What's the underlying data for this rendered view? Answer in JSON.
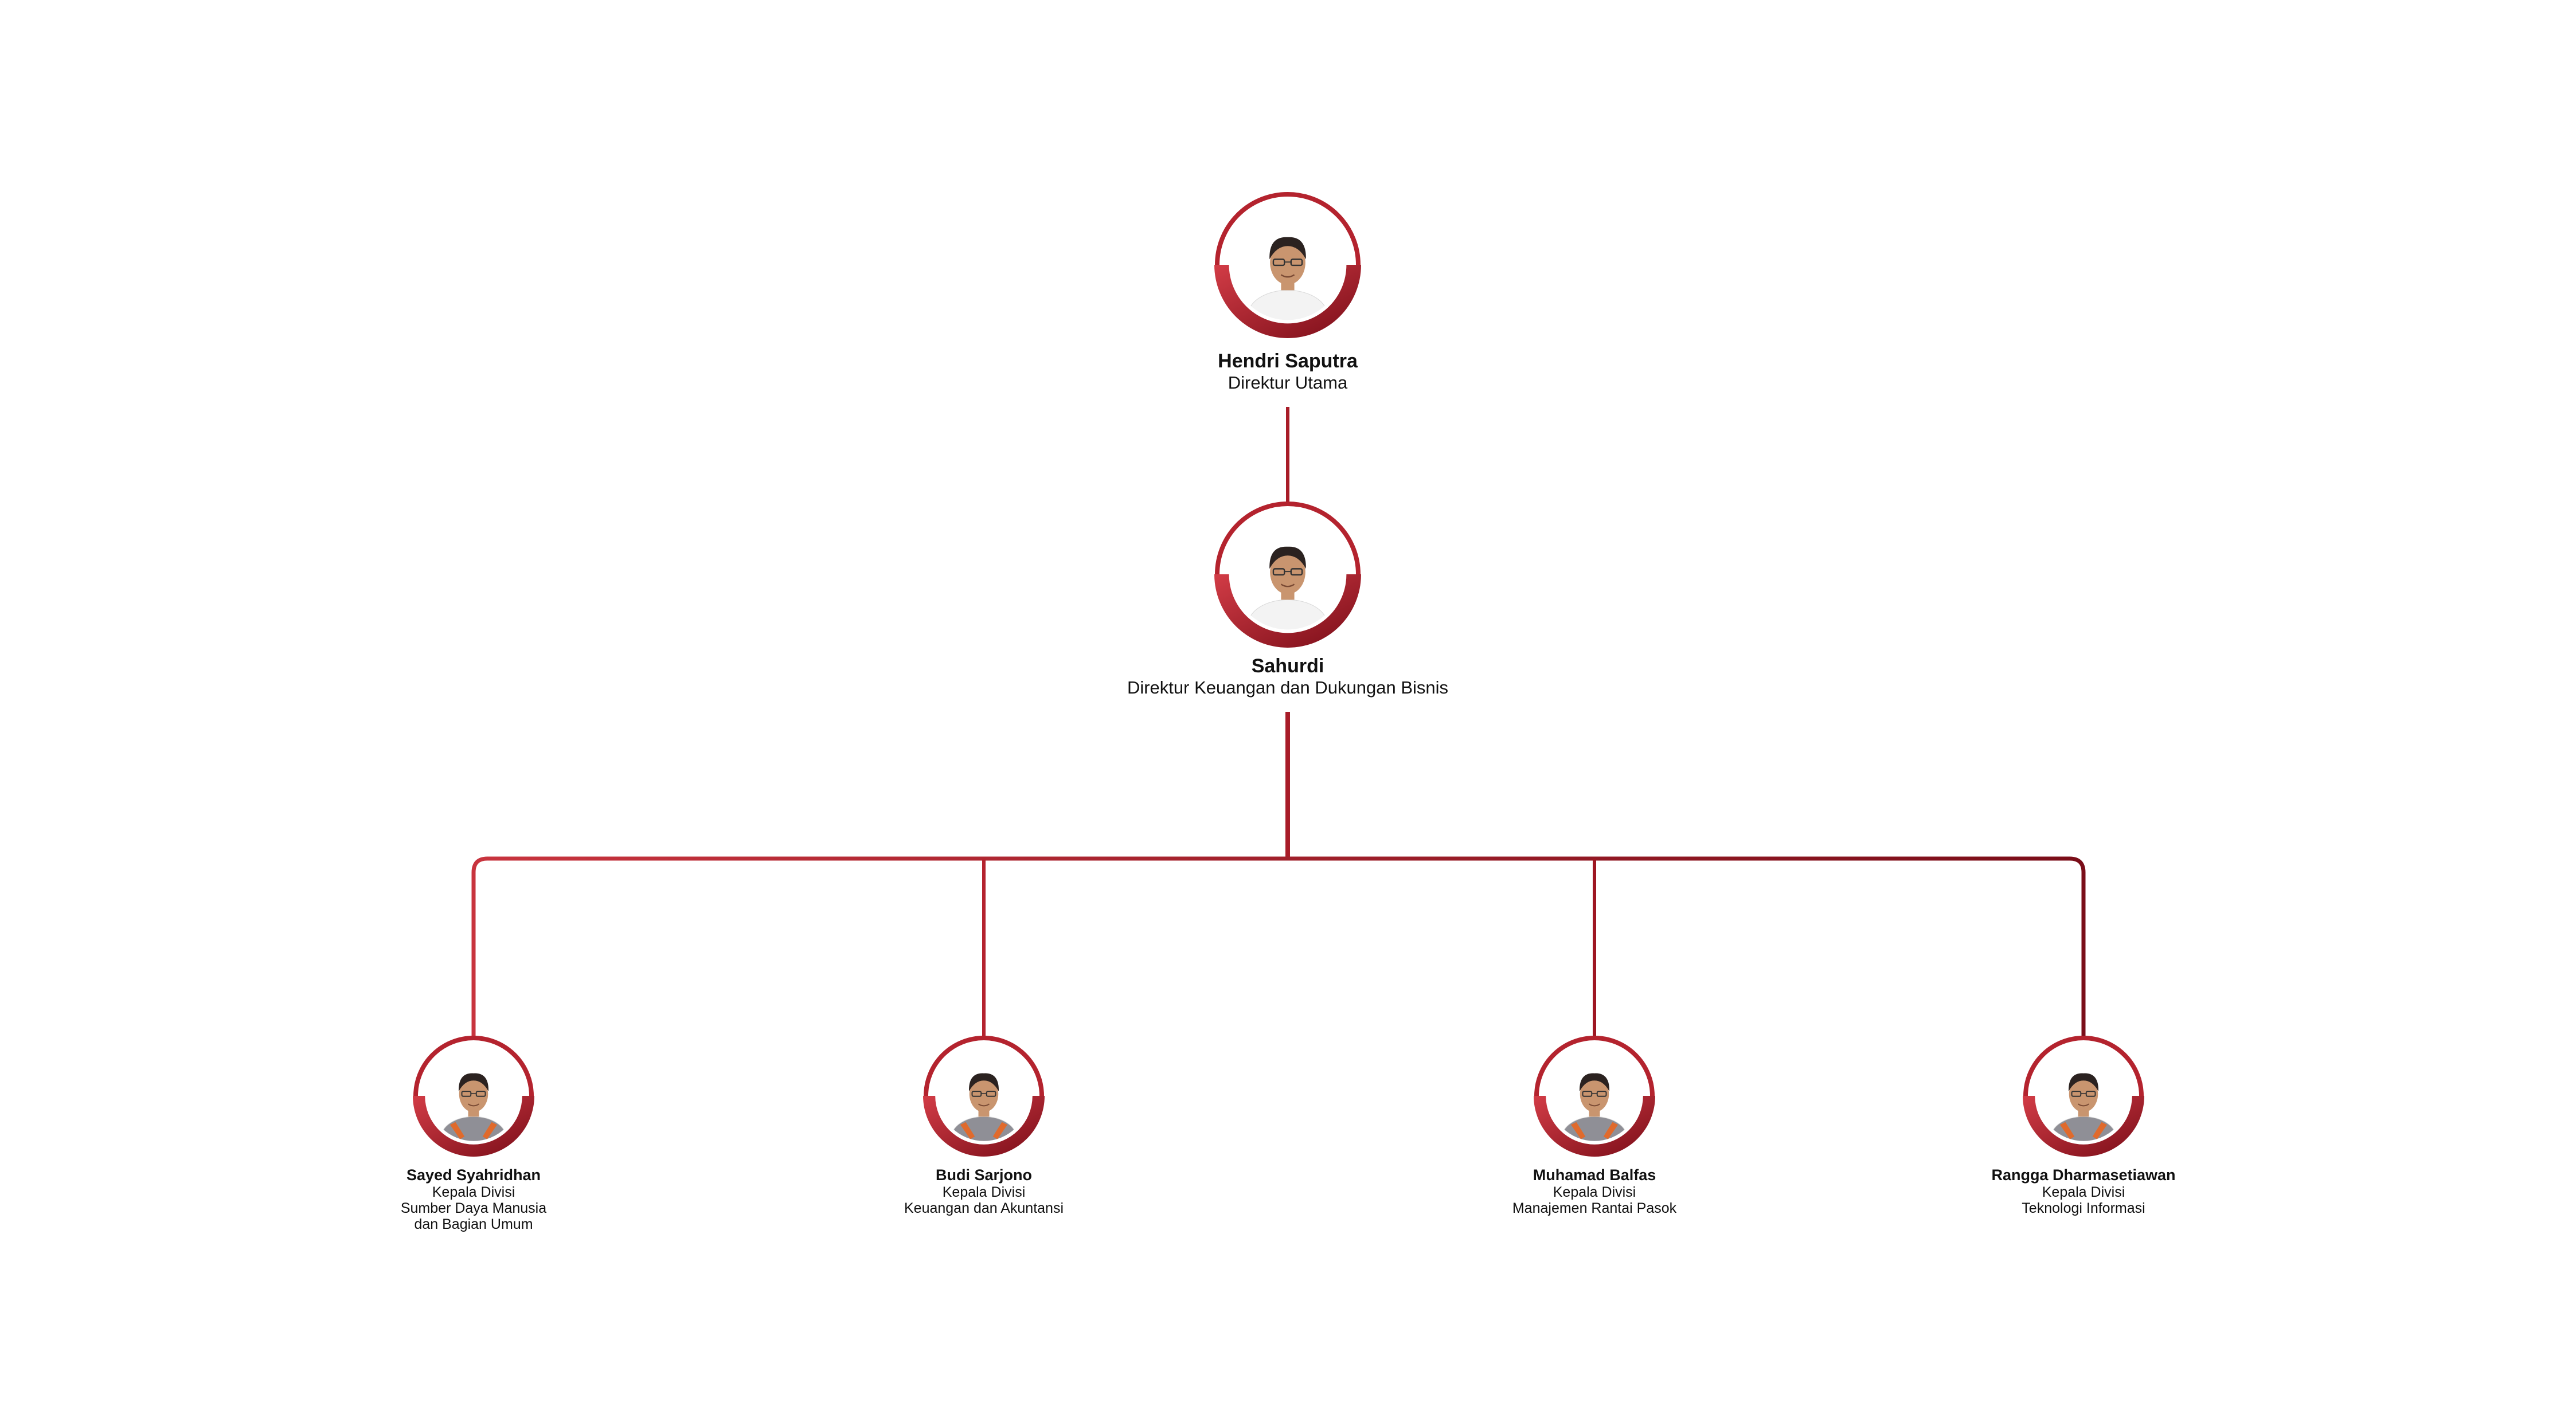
{
  "colors": {
    "accent": "#b4232e",
    "accent_dark": "#7a0d18",
    "accent_light": "#d23c46",
    "skin": "#c9956f",
    "hair": "#2b2220",
    "shirt_white": "#f3f3f3",
    "uniform_grey": "#8f8f96",
    "uniform_stripe": "#e06a2c"
  },
  "nodes": {
    "top": {
      "name": "Hendri Saputra",
      "title": "Direktur Utama",
      "photo_icon": "person-portrait-icon"
    },
    "mid": {
      "name": "Sahurdi",
      "title": "Direktur Keuangan dan Dukungan Bisnis",
      "photo_icon": "person-portrait-icon"
    },
    "divisions": [
      {
        "name": "Sayed Syahridhan",
        "title_lines": [
          "Kepala Divisi",
          "Sumber Daya Manusia",
          "dan Bagian Umum"
        ],
        "photo_icon": "person-portrait-icon"
      },
      {
        "name": "Budi Sarjono",
        "title_lines": [
          "Kepala Divisi",
          "Keuangan dan Akuntansi"
        ],
        "photo_icon": "person-portrait-icon"
      },
      {
        "name": "Muhamad Balfas",
        "title_lines": [
          "Kepala Divisi",
          "Manajemen Rantai Pasok"
        ],
        "photo_icon": "person-portrait-icon"
      },
      {
        "name": "Rangga Dharmasetiawan",
        "title_lines": [
          "Kepala Divisi",
          "Teknologi Informasi"
        ],
        "photo_icon": "person-portrait-icon"
      }
    ]
  }
}
